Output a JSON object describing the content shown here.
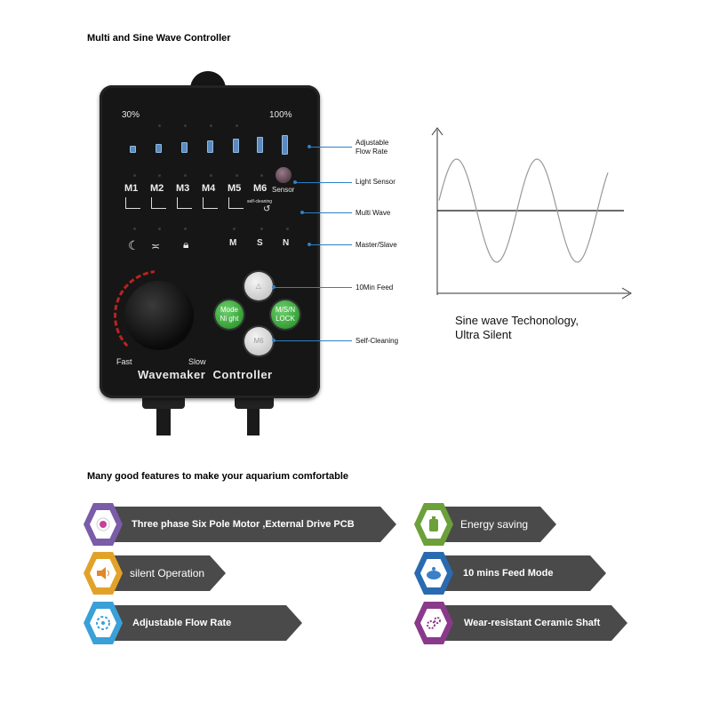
{
  "headings": {
    "top": "Multi and Sine Wave Controller",
    "features": "Many good features to make your aquarium comfortable"
  },
  "controller": {
    "pct_low": "30%",
    "pct_high": "100%",
    "sensor": "Sensor",
    "modes": [
      "M1",
      "M2",
      "M3",
      "M4",
      "M5",
      "M6"
    ],
    "self_cleaning_small": "self-cleaning",
    "mss": [
      "M",
      "S",
      "N"
    ],
    "fast": "Fast",
    "slow": "Slow",
    "brand": "Wavemaker  Controller",
    "btn_mode_1": "Mode",
    "btn_mode_2": "Ni ght",
    "btn_msn_1": "M/S/N",
    "btn_msn_2": "LOCK",
    "btn_m6": "M6"
  },
  "callouts": {
    "flow_1": "Adjustable",
    "flow_2": "Flow Rate",
    "light": "Light Sensor",
    "multi": "Multi Wave",
    "master": "Master/Slave",
    "feed": "10Min Feed",
    "clean": "Self-Cleaning"
  },
  "sine": {
    "caption_1": "Sine wave Techonology,",
    "caption_2": "Ultra Silent"
  },
  "features": [
    {
      "label": "Three phase Six Pole Motor ,External Drive PCB",
      "icon": "motor-icon",
      "color": "#7a5ca8"
    },
    {
      "label": "Energy saving",
      "icon": "battery-icon",
      "color": "#6ca03a"
    },
    {
      "label": "silent Operation",
      "icon": "speaker-icon",
      "color": "#e2a22a"
    },
    {
      "label": "10 mins Feed Mode",
      "icon": "fish-food-icon",
      "color": "#2a6ab0"
    },
    {
      "label": "Adjustable Flow Rate",
      "icon": "flow-icon",
      "color": "#3aa0d8"
    },
    {
      "label": "Wear-resistant Ceramic Shaft",
      "icon": "gear-icon",
      "color": "#8a3a8a"
    }
  ]
}
